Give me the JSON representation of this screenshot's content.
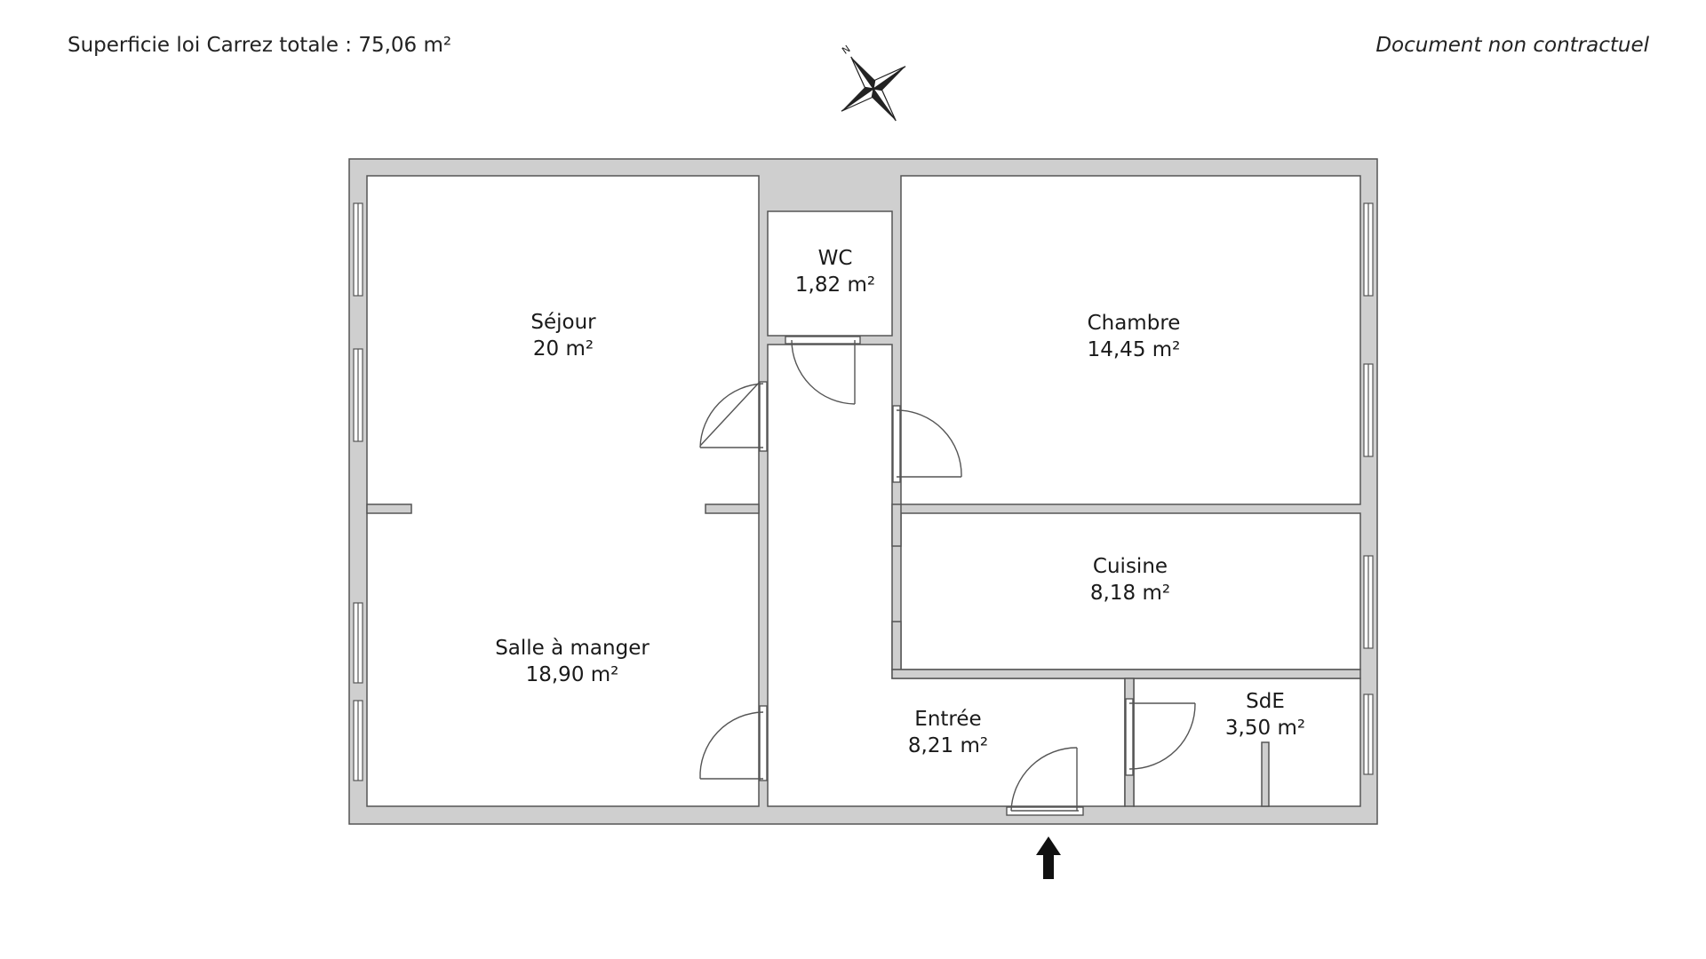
{
  "header": {
    "total_area_label": "Superficie loi Carrez totale :",
    "total_area_value": "75,06 m²",
    "disclaimer": "Document non contractuel"
  },
  "compass": {
    "north_label": "N"
  },
  "rooms": {
    "sejour": {
      "name": "Séjour",
      "area": "20 m²"
    },
    "salle_a_manger": {
      "name": "Salle à manger",
      "area": "18,90 m²"
    },
    "wc": {
      "name": "WC",
      "area": "1,82 m²"
    },
    "chambre": {
      "name": "Chambre",
      "area": "14,45 m²"
    },
    "cuisine": {
      "name": "Cuisine",
      "area": "8,18 m²"
    },
    "entree": {
      "name": "Entrée",
      "area": "8,21 m²"
    },
    "sde": {
      "name": "SdE",
      "area": "3,50 m²"
    }
  },
  "colors": {
    "wall": "#cfcfcf",
    "line": "#555555",
    "background": "#ffffff"
  }
}
